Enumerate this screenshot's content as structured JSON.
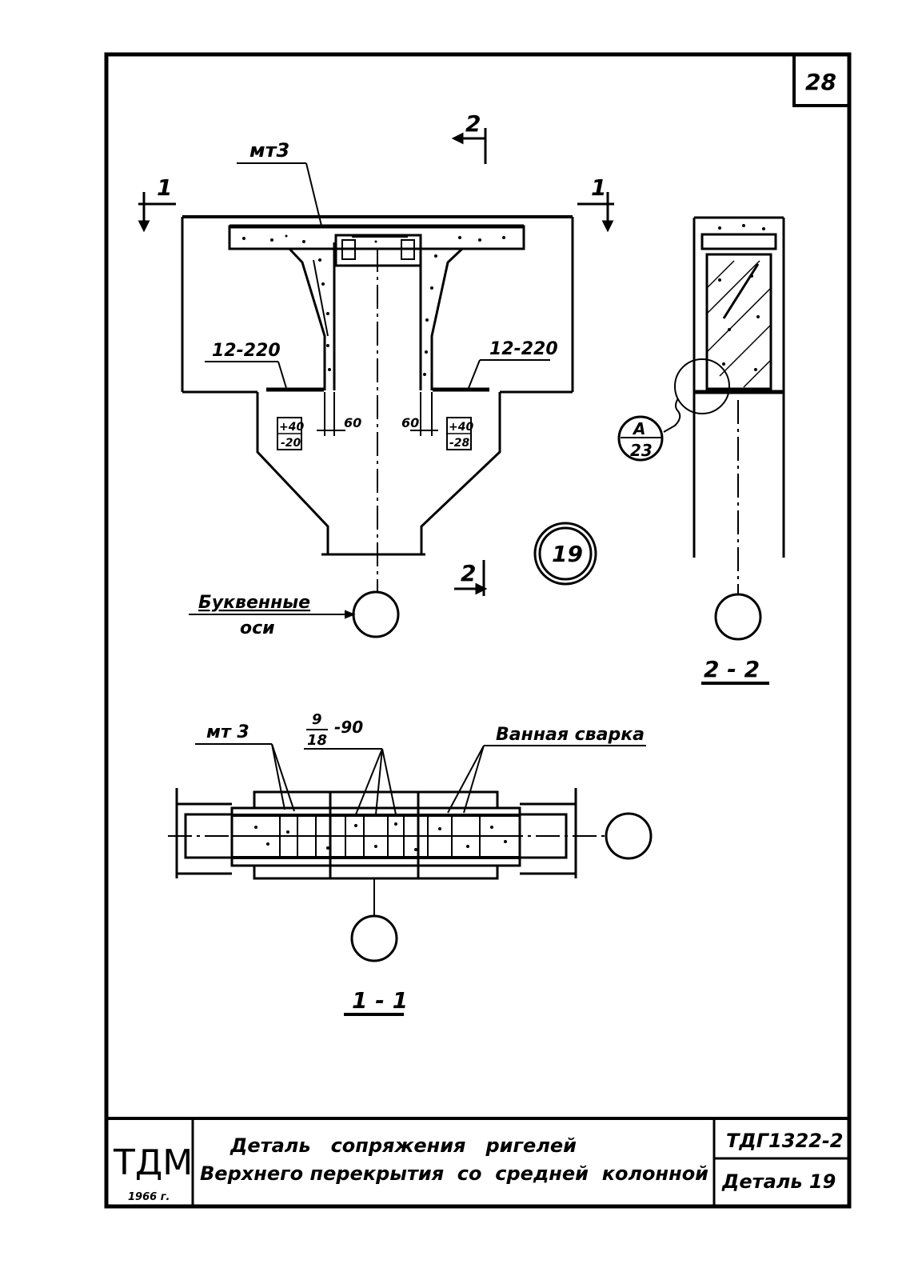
{
  "sheet": {
    "page_number": "28",
    "detail_number": "19"
  },
  "elevation": {
    "cut_1_left": "1",
    "cut_1_right": "1",
    "cut_2_top": "2",
    "cut_2_bottom": "2",
    "plate_label": "мт3",
    "weld_left": "12-220",
    "weld_right": "12-220",
    "dim_left": "60",
    "dim_right": "60",
    "level_left_top": "+40",
    "level_left_bottom": "-20",
    "level_right_top": "+40",
    "level_right_bottom": "-28",
    "axis_label_line1": "Буквенные",
    "axis_label_line2": "оси"
  },
  "section_2_2": {
    "title": "2 - 2",
    "callout_top": "А",
    "callout_bottom": "23"
  },
  "section_1_1": {
    "title": "1 - 1",
    "plate_label": "мт 3",
    "fraction_top": "9",
    "fraction_bottom": "18",
    "fraction_suffix": "-90",
    "weld_label": "Ванная сварка"
  },
  "title_block": {
    "logo": "ТДМ",
    "year": "1966 г.",
    "title_line1": "Деталь   сопряжения   ригелей",
    "title_line2": "Верхнего перекрытия  со  средней  колонной",
    "series": "ТДГ1322-2",
    "detail": "Деталь 19"
  }
}
